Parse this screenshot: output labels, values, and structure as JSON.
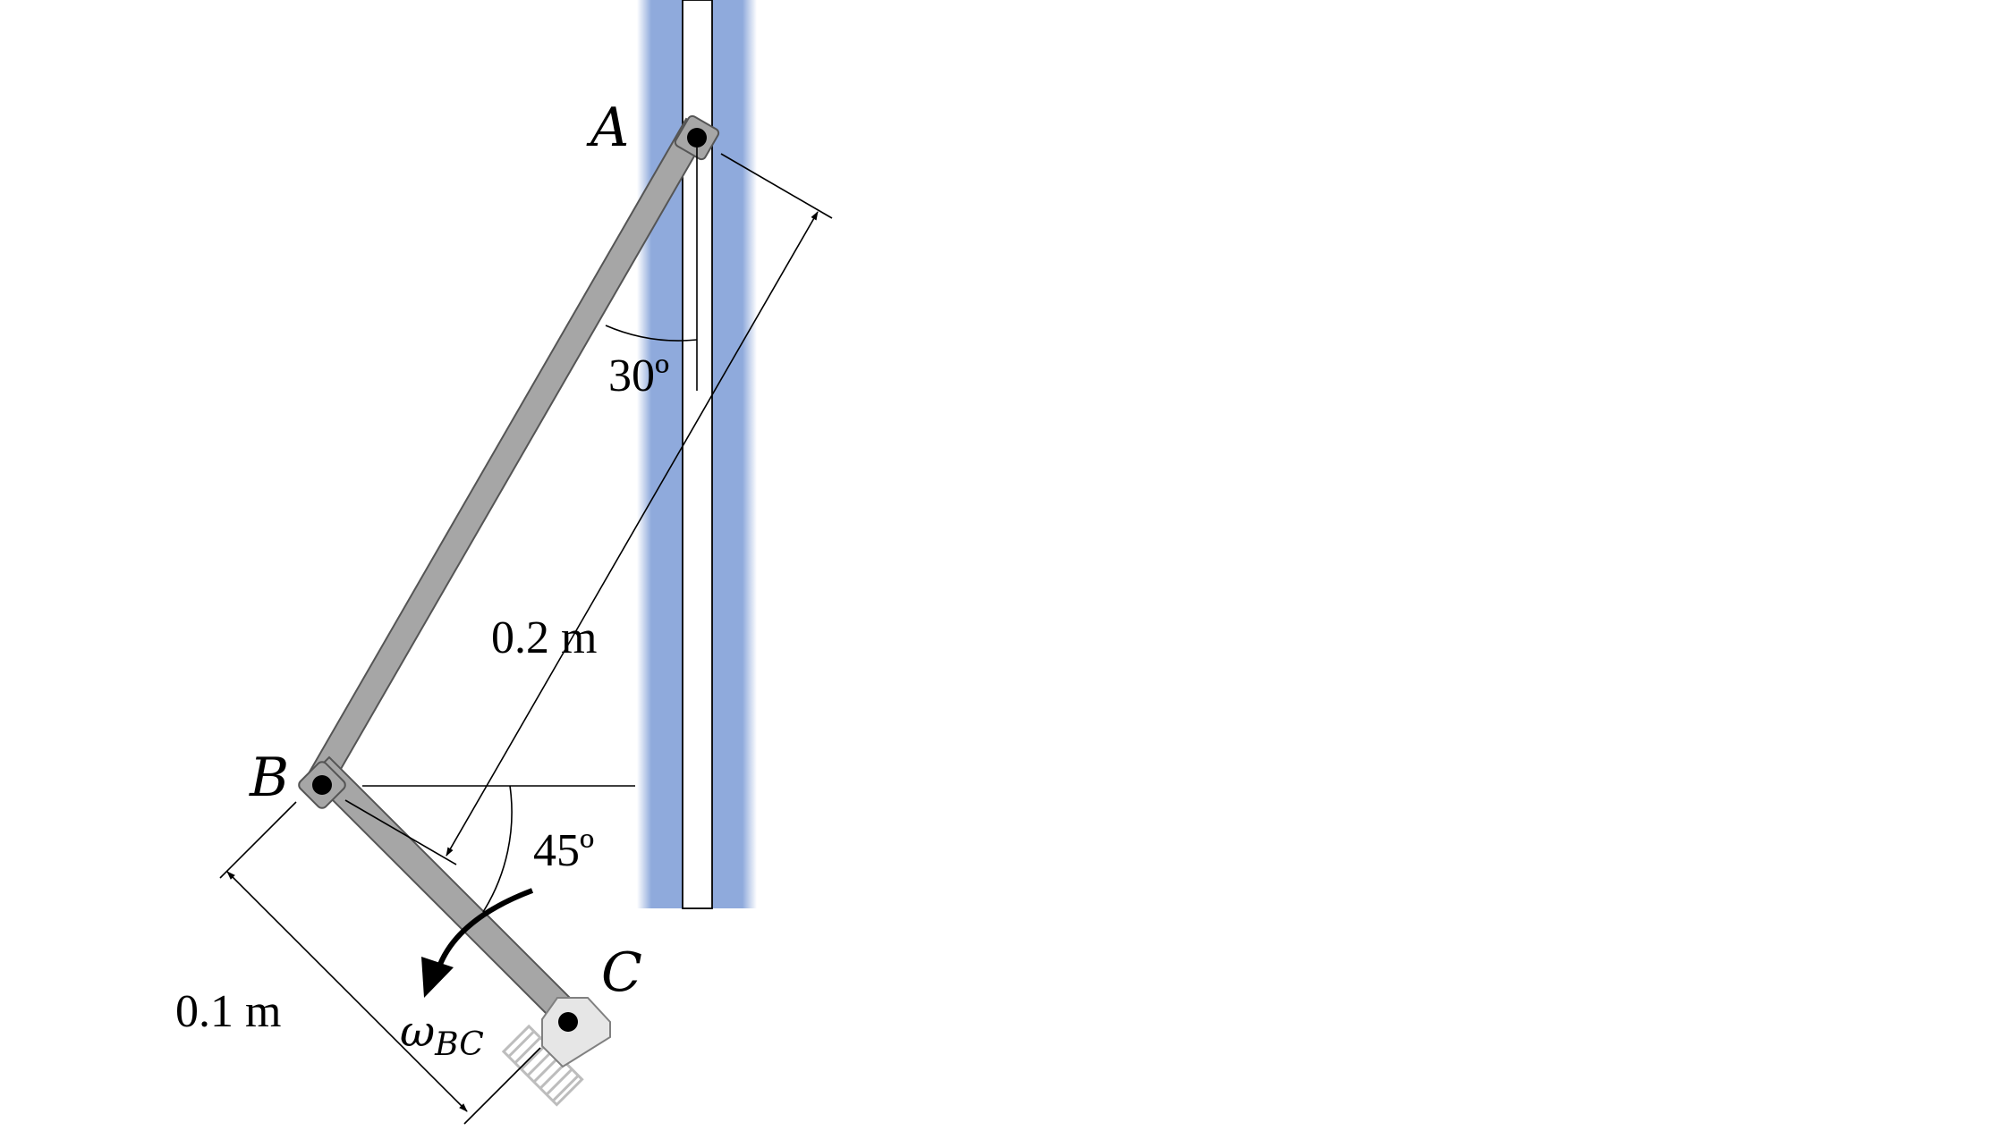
{
  "points": {
    "a": "A",
    "b": "B",
    "c": "C"
  },
  "dimensions": {
    "ab_length": "0.2 m",
    "bc_length": "0.1 m"
  },
  "angles": {
    "at_a": "30º",
    "at_b": "45º"
  },
  "angular_velocity": {
    "symbol": "ω",
    "subscript": "BC"
  },
  "colors": {
    "guide": "#8faadc",
    "slot": "#ffffff",
    "link": "#a6a6a6",
    "link_stroke": "#555555",
    "support": "#e0e0e0",
    "hatch": "#bdbdbd",
    "pin": "#000000"
  }
}
